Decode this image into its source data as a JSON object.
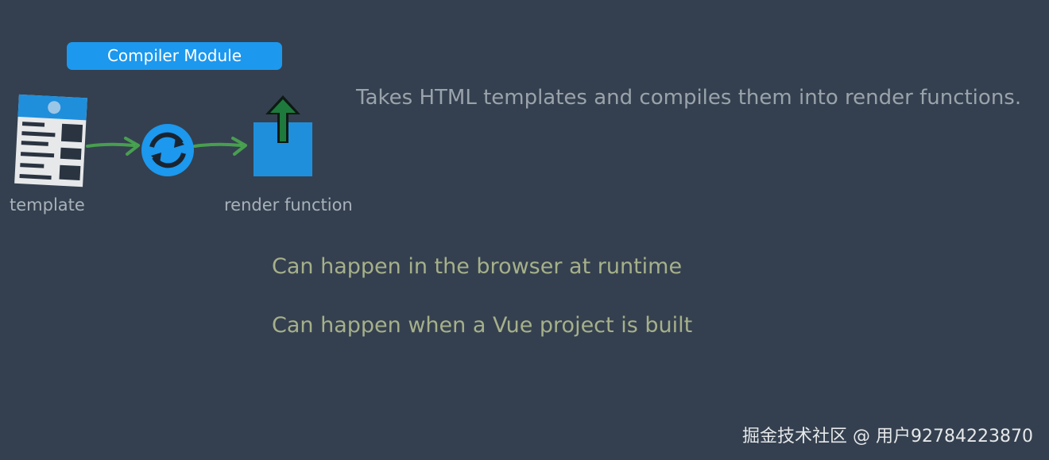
{
  "module": {
    "title": "Compiler Module"
  },
  "diagram": {
    "input_label": "template",
    "output_label": "render function",
    "input_icon": "template-document-icon",
    "process_icon": "sync-icon",
    "output_icon": "render-function-icon"
  },
  "description": "Takes HTML templates and compiles them into render functions.",
  "points": [
    "Can happen in the browser at runtime",
    "Can happen when a Vue project is built"
  ],
  "watermark": "掘金技术社区 @ 用户92784223870",
  "colors": {
    "background": "#34404f",
    "badge": "#1c98ee",
    "arrow": "#4caf50",
    "point_text": "#a6b08a"
  }
}
